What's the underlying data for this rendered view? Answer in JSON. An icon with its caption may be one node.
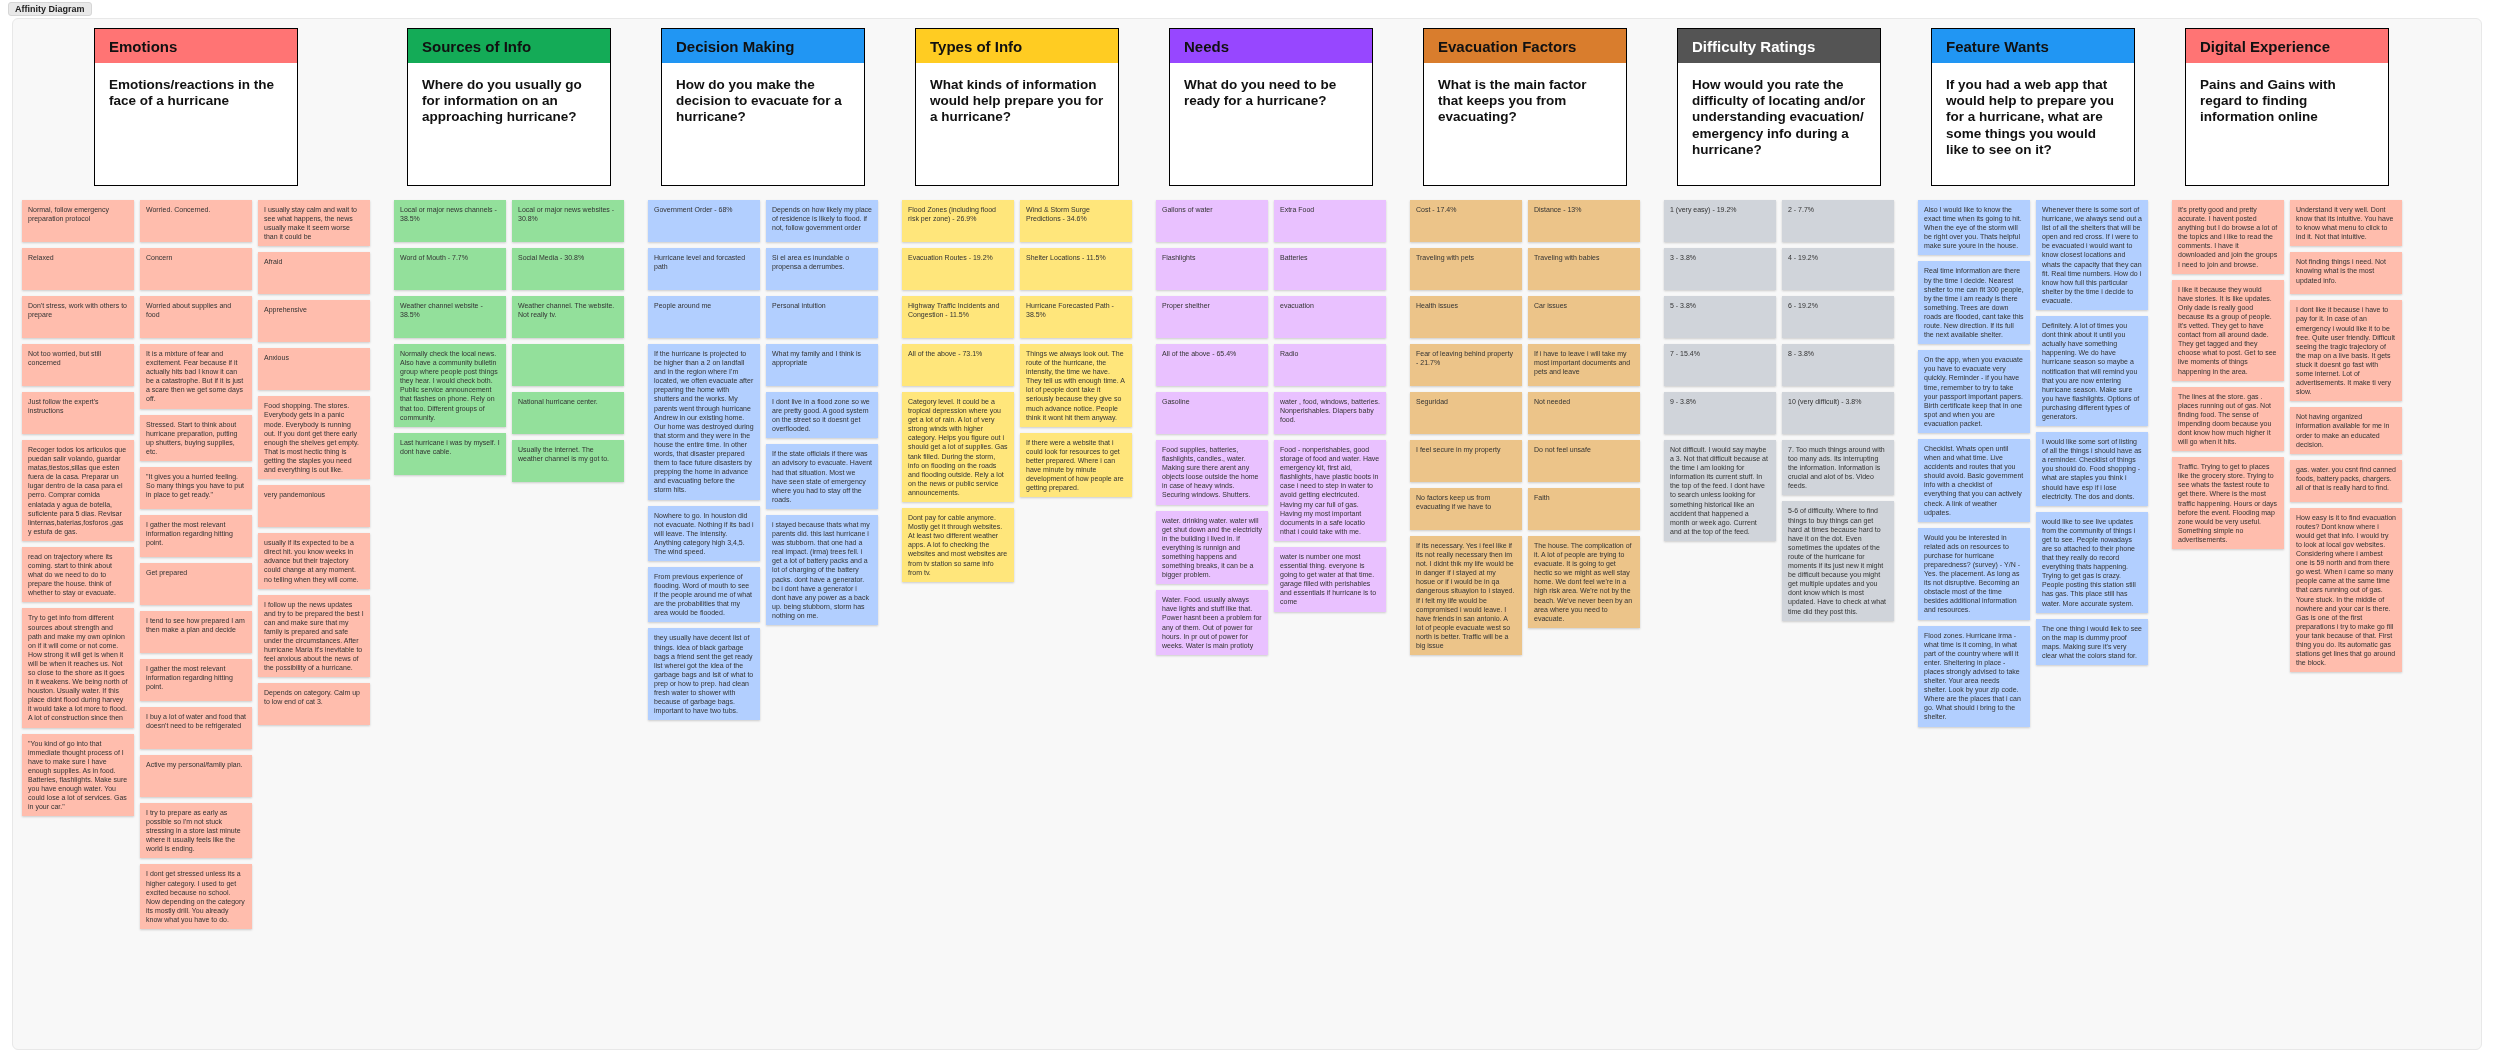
{
  "diagram": {
    "title": "Affinity Diagram",
    "nodes": [
      {
        "text": [
          "Emotions",
          "Emotions/reactions in the face of a hurricane"
        ]
      },
      {
        "text": [
          "Normal, follow emergency preparation protocol"
        ]
      },
      {
        "text": [
          "Relaxed"
        ]
      },
      {
        "text": [
          "Don't stress, work with others to prepare"
        ]
      },
      {
        "text": [
          "Not too worried, but still concerned"
        ]
      },
      {
        "text": [
          "Just follow the expert's instructions"
        ]
      },
      {
        "text": [
          "Recoger todos los articulos que puedan salir volando, guardar matas,tiestos,sillas que esten fuera de la casa. Preparar un lugar dentro de la casa para el perro. Comprar comida enlatada y agua de botella, suficiente para 5 dias. Revisar linternas,baterias,fosforos ,gas y estufa de gas."
        ]
      },
      {
        "text": [
          "read on trajectory where its coming. start to think about what do we need to do to prepare the house. think of whether to stay or evacuate."
        ]
      },
      {
        "text": [
          "Try to get info from different sources about strength and path and make my own opinion on if it will come or not come. How strong it will get is when it will be when it reaches us. Not so close to the shore as it goes in it weakens. We being north of houston. Usually water. If this place didnt flood during harvey it would take a lot more to flood. A lot of construction since then"
        ]
      },
      {
        "text": [
          "\"You kind of go into that immediate thought process of I have to make sure I have enough supplies. As in food. Batteries, flashlights. Make sure you have enough water. You could lose a lot of services. Gas in your car.\""
        ]
      },
      {
        "text": [
          "Worried. Concerned."
        ]
      },
      {
        "text": [
          "Concern"
        ]
      },
      {
        "text": [
          "Worried about supplies and food"
        ]
      },
      {
        "text": [
          "It is a mixture of fear and excitement. Fear because if it actually hits bad I know it can be a catastrophe. But if it is just a scare then we get some days off."
        ]
      },
      {
        "text": [
          "Stressed. Start to think about hurricane preparation, putting up shutters, buying supplies, etc."
        ]
      },
      {
        "text": [
          "\"It gives you a hurried feeling. So many things you have to put in place to get ready.\""
        ]
      },
      {
        "text": [
          "I gather the most relevant information regarding hitting point."
        ]
      },
      {
        "text": [
          "Get prepared"
        ]
      },
      {
        "text": [
          "I tend to see how prepared I am then make a plan and decide"
        ]
      },
      {
        "text": [
          "I gather the most relevant information regarding hitting point."
        ]
      },
      {
        "text": [
          "I buy a lot of water and food that doesn't need to be refrigerated"
        ]
      },
      {
        "text": [
          "Active my personal/family plan."
        ]
      },
      {
        "text": [
          "I try to prepare as early as possible so I'm not stuck stressing in a store last minute where it usually feels like the world is ending."
        ]
      },
      {
        "text": [
          "I dont get stressed unless its a higher category. I used to get excited because no school. Now depending on the category its mostly drill. You already know what you have to do."
        ]
      },
      {
        "text": [
          "I usually stay calm and wait to see what happens, the news usually make it seem worse than it could be"
        ]
      },
      {
        "text": [
          "Afraid"
        ]
      },
      {
        "text": [
          "Apprehensive"
        ]
      },
      {
        "text": [
          "Anxious"
        ]
      },
      {
        "text": [
          "Food shopping. The stores. Everybody gets in a panic mode. Everybody is running out. If you dont get there early enough the shelves get empty. That is most hectic thing is getting the staples you need and everything is out like."
        ]
      },
      {
        "text": [
          "very pandemonious"
        ]
      },
      {
        "text": [
          "usually if its expected to be a direct hit. you know weeks in advance but their trajectory could change at any moment. no telling when they will come."
        ]
      },
      {
        "text": [
          "I follow up the news updates and try to be prepared the best I can and make sure that my family is prepared and safe under the circumstances. After hurricane Maria it's inevitable to feel anxious about the news of the possibility of a hurricane."
        ]
      },
      {
        "text": [
          "Depends on category. Calm up to low end of cat 3."
        ]
      },
      {
        "text": [
          "Sources of Info",
          "Where do you usually go for information on an approaching hurricane?"
        ]
      },
      {
        "text": [
          "Local or major news channels - 38.5%"
        ]
      },
      {
        "text": [
          "Word of Mouth - 7.7%"
        ]
      },
      {
        "text": [
          "Weather channel website - 38.5%"
        ]
      },
      {
        "text": [
          "Normally check the local news. Also have a community bulletin group where people post things they hear. I would check both. Public service announcement that flashes on phone. Rely on that too. Different groups of community."
        ]
      },
      {
        "text": [
          "Last hurricane i was by myself. I dont have cable."
        ]
      },
      {
        "text": [
          "Local or major news websites - 30.8%"
        ]
      },
      {
        "text": [
          "Social Media - 30.8%"
        ]
      },
      {
        "text": [
          "Weather channel. The website. Not really tv."
        ]
      },
      {
        "text": [],
        "shape": "box"
      },
      {
        "text": [
          "National hurricane center."
        ]
      },
      {
        "text": [
          "Usually the internet. The weather channel is my got to."
        ]
      },
      {
        "text": [
          "Decision Making",
          "How do you make the decision to evacuate for a hurricane?"
        ]
      },
      {
        "text": [
          "Government Order - 68%"
        ]
      },
      {
        "text": [
          "Hurricane level and forcasted path"
        ]
      },
      {
        "text": [
          "People around me"
        ]
      },
      {
        "text": [
          "If the hurricane is projected to be higher than a 2 on landfall and in the region where I'm located, we often evacuate after preparing the home with shutters and the works. My parents went through hurricane Andrew in our existing home. Our home was destroyed during that storm and they were in the house the entire time. In other words, that disaster prepared them to face future disasters by prepping the home in advance and evacuating before the storm hits."
        ]
      },
      {
        "text": [
          "Nowhere to go. In houston did not evacuate. Nothing if its bad i will leave. The intensity. Anything category high 3,4,5. The wind speed."
        ]
      },
      {
        "text": [
          "From previous experience of flooding. Word of mouth to see if the people around me of what are the probabilities that my area would be flooded."
        ]
      },
      {
        "text": [
          "they usually have decent list of things. idea of black garbage bags a friend sent the get ready list wherei got the idea of the garbage bags and lsit of what to prep or how to prep. had clean fresh water to shower with because of garbage bags. important to have two tubs."
        ]
      },
      {
        "text": [
          "Depends on how likely my place of residence is likely to flood. if not, follow government order"
        ]
      },
      {
        "text": [
          "Si el area es inundable o propensa a derrumbes."
        ]
      },
      {
        "text": [
          "Personal intuition"
        ]
      },
      {
        "text": [
          "What my family and I think is appropriate"
        ]
      },
      {
        "text": [
          "I dont live in a flood zone so we are pretty good. A good system on the street so it doesnt get overflooded."
        ]
      },
      {
        "text": [
          "If the state officials if there was an advisory to evacuate. Havent had that situation. Most we have seen state of emergency where you had to stay off the roads."
        ]
      },
      {
        "text": [
          "i stayed because thats what my parents did. this last hurricane i was stubborn. that one had a real impact. (irma) trees fell. i get a lot of battery packs and a lot of charging of the battery packs. dont have a generator. bc i dont have a generator i dont have any power as a back up. being stubborn, storm has nothing on me."
        ]
      },
      {
        "text": [
          "Types of Info",
          "What kinds of information would help prepare you for a hurricane?"
        ]
      },
      {
        "text": [
          "Flood Zones (including flood risk per zone) - 26.9%"
        ]
      },
      {
        "text": [
          "Evacuation Routes - 19.2%"
        ]
      },
      {
        "text": [
          "Highway Traffic Incidents and Congestion - 11.5%"
        ]
      },
      {
        "text": [
          "All of the above - 73.1%"
        ]
      },
      {
        "text": [
          "Category level. It could be a tropical depression where you get a lot of rain. A lot of very strong winds with higher category. Helps you figure out i should get a lot of supplies. Gas tank filled. During the storm, info on flooding on the roads and flooding outside. Rely a lot on the news or public service announcements."
        ]
      },
      {
        "text": [
          "Dont pay for cable anymore. Mostly get it through websites. At least two different weather apps. A lot fo checking the websites and most websites are from tv station so same info from tv."
        ]
      },
      {
        "text": [
          "Wind & Storm Surge Predictions - 34.6%"
        ]
      },
      {
        "text": [
          "Shelter Locations - 11.5%"
        ]
      },
      {
        "text": [
          "Hurricane Forecasted Path - 38.5%"
        ]
      },
      {
        "text": [
          "Things we always look out. The route of the hurricane, the intensity, the time we have. They tell us with enough time. A lot of people dont take it seriously because they give so much advance notice. People think it wont hit them anyway."
        ]
      },
      {
        "text": [
          "If there were a website that i could look for resources to get better prepared. Where i can have minute by minute development of how people are getting prepared."
        ]
      },
      {
        "text": [
          "Needs",
          "What do you need to be ready for a hurricane?"
        ]
      },
      {
        "text": [
          "Gallons of water"
        ]
      },
      {
        "text": [
          "Flashlights"
        ]
      },
      {
        "text": [
          "Proper shelther"
        ]
      },
      {
        "text": [
          "All of the above - 65.4%"
        ]
      },
      {
        "text": [
          "Gasoline"
        ]
      },
      {
        "text": [
          "Food supplies, batteries, flashlights, candles., water. Making sure there arent any objects loose outside the home in case of heavy winds. Securing windows. Shutters."
        ]
      },
      {
        "text": [
          "water. drinking water. water will get shut down and the electricity in the building i lived in. if everything is runnign and something happens and something breaks, it can be a bigger problem."
        ]
      },
      {
        "text": [
          "Water. Food. usually always have lights and stuff like that. Power hasnt been a problem for any of them. Out of power for hours. In pr out of power for weeks. Water is main protioty"
        ]
      },
      {
        "text": [
          "Extra Food"
        ]
      },
      {
        "text": [
          "Batteries"
        ]
      },
      {
        "text": [
          "evacuation"
        ]
      },
      {
        "text": [
          "Radio"
        ]
      },
      {
        "text": [
          "water , food, windows, batteries. Nonperishables. Diapers baby food."
        ]
      },
      {
        "text": [
          "Food - nonperishables, good storage of food and water. Have emergency kit, first aid, flashlights, have plastic boots in case i need to step in water to avoid getting electricuted. Having my car full of gas. Having my most important documents in a safe locatio nthat i could take with me."
        ]
      },
      {
        "text": [
          "water is number one most essential thing. everyone is going to get water at that time. garage filled with perishables and essentials if hurricane is to come"
        ]
      },
      {
        "text": [
          "Evacuation Factors",
          "What is the main factor that keeps you from evacuating?"
        ]
      },
      {
        "text": [
          "Cost - 17.4%"
        ]
      },
      {
        "text": [
          "Traveling with pets"
        ]
      },
      {
        "text": [
          "Health issues"
        ]
      },
      {
        "text": [
          "Fear of leaving behind property - 21.7%"
        ]
      },
      {
        "text": [
          "Seguridad"
        ]
      },
      {
        "text": [
          "I feel secure in my property"
        ]
      },
      {
        "text": [
          "No factors keep us from evacuating if we have to"
        ]
      },
      {
        "text": [
          "If its necessary. Yes i feel like if its not really necessary then im not. I didnt thik my life would be in danger if i stayed at my hosue or if i would be in qa dangerous situayion to i stayed. If i felt my life would be compromised i would leave. I have friends in san antonio. A lot of people evacuate west so north is better. Traffic will be a big issue"
        ]
      },
      {
        "text": [
          "Distance - 13%"
        ]
      },
      {
        "text": [
          "Traveling with babies"
        ]
      },
      {
        "text": [
          "Car issues"
        ]
      },
      {
        "text": [
          "If i have to leave i will take my most important documents and pets and leave"
        ]
      },
      {
        "text": [
          "Not needed"
        ]
      },
      {
        "text": [
          "Do not feel unsafe"
        ]
      },
      {
        "text": [
          "Faith"
        ]
      },
      {
        "text": [
          "The house. The complication of it. A lot of people are trying to evacuate. It is going to get hectic so we might as well stay home. We dont feel we're in a high risk area. We're not by the beach. We've never been by an area where you need to evacuate."
        ]
      },
      {
        "text": [
          "Difficulty Ratings",
          "How would you rate the difficulty of locating and/or understanding evacuation/ emergency info during a hurricane?"
        ]
      },
      {
        "text": [
          "1 (very easy) - 19.2%"
        ]
      },
      {
        "text": [
          "3 - 3.8%"
        ]
      },
      {
        "text": [
          "5 - 3.8%"
        ]
      },
      {
        "text": [
          "7 - 15.4%"
        ]
      },
      {
        "text": [
          "9 - 3.8%"
        ]
      },
      {
        "text": [
          "Not difficult. I would say maybe a 3. Not that difficult because at the time i am looking for information its current stuff. In the top of the feed. I dont have to search unless looking for something historical like an accident that happened a month or week ago. Current and at the top of the feed."
        ]
      },
      {
        "text": [
          "2 - 7.7%"
        ]
      },
      {
        "text": [
          "4 - 19.2%"
        ]
      },
      {
        "text": [
          "6 - 19.2%"
        ]
      },
      {
        "text": [
          "8 - 3.8%"
        ]
      },
      {
        "text": [
          "10 (very difficult) - 3.8%"
        ]
      },
      {
        "text": [
          "7. Too much things around with too many ads. Its interrupting the information. Information is crucial and alot of bs. Video feeds."
        ]
      },
      {
        "text": [
          "5-6 of difficulty. Where to find things to buy things can get hard at times because hard to have it on the dot. Even sometimes the updates of the route of the hurricane for moments if its just new it might be difficult because you might get multiple updates and you dont know which is most updated. Have to check at what time did they post this."
        ]
      },
      {
        "text": [
          "Feature Wants",
          "If you had a web app that would help to prepare you for a hurricane, what are some things you would like to see on it?"
        ]
      },
      {
        "text": [
          "Also I would like to know the exact time when its going to hit. When the eye of the storm will be right over you. Thats helpful make sure youre in the house."
        ]
      },
      {
        "text": [
          "Real time information are there by the time I decide. Nearest shelter to me can fit 300 people, by the time i am ready is there something. Trees are down roads are flooded, cant take this route. New direction. If its full the next available shelter."
        ]
      },
      {
        "text": [
          "On the app, when you evacuate you have to evacuate very quickly. Reminder - if you have time, remember to try to take your passport important papers. Birth certificate keep that in one spot and when you are evacuation packet."
        ]
      },
      {
        "text": [
          "Checklist. Whats open until when and what time. Live accidents and routes that you should avoid. Basic government info with a checklist of everything that you can actively check. A link of weather udpates."
        ]
      },
      {
        "text": [
          "Would you be interested in related ads on resources to purchase for hurricane preparedness? (survey) - Y/N - Yes. the placement. As long as its not disruptive. Becoming an obstacle most of the time besides additional information and resources."
        ]
      },
      {
        "text": [
          "Flood zones. Hurricane irma - what time is it coming, in what part of the country where will it enter. Sheltering in place - places strongly advised to take shelter. Your area needs shelter. Look by your zip code. Where are the places that i can go. What should i bring to the shelter."
        ]
      },
      {
        "text": [
          "Whenever there is some sort of hurricane, we always send out a list of all the shelters that will be open and red cross. If i were to be evacuated i would want to know closest locations and whats the capacity that they can fit. Real time numbers. How do i know how full this particular shelter by the time i decide to evacuate."
        ]
      },
      {
        "text": [
          "Definitely. A lot of times you dont think about it until you actually have something happening. We do have hurricane season so maybe a notification that will remind you that you are now entering hurricane season. Make sure you have flashlights. Options of purchasing different types of generators."
        ]
      },
      {
        "text": [
          "I would like some sort of listing of all the things i should have as a reminder. Checklist of things you should do. Food shopping - what are staples you think i should have esp if i lose electricity. The dos and donts."
        ]
      },
      {
        "text": [
          "would like to see live updates from the community of things i get to see. People nowadays are so attached to their phone that they really do record everything thats happening. Trying to get gas is crazy. People posting this station still has gas. This place still has water. More accurate system."
        ]
      },
      {
        "text": [
          "The one thing i would liek to see on the map is dummy proof maps. Making sure it's very clear what the colors stand for."
        ]
      },
      {
        "text": [
          "Digital Experience",
          "Pains and Gains with regard to finding information online"
        ]
      },
      {
        "text": [
          "It's pretty good and pretty accurate. I havent posted anything but I do browse a lot of the topics and i like to read the comments. I have it downloaded and join the groups I need to join and browse."
        ]
      },
      {
        "text": [
          "I like it because they would have stories. It is like updates. Only dade is really good because its a group of people. It's vetted. They get to have contact from all around dade. They get tagged and they choose what to post. Get to see live moments of things happening in the area."
        ]
      },
      {
        "text": [
          "The lines at the store. gas . places running out of gas. Not finding food. The sense of impending doom because you dont know how much higher it will go when it hits."
        ]
      },
      {
        "text": [
          "Traffic. Trying to get to places like the grocery store. Trying to see whats the fastest route to get there. Where is the most traffic happening. Hours or days before the event. Flooding map zone would be very useful. Something simple no advertisements."
        ]
      },
      {
        "text": [
          "Understand it very well. Dont know that its intuitive. You have to know what menu to click to ind it. Not that intuitive."
        ]
      },
      {
        "text": [
          "Not finding things i need. Not knowing what is the most updated info."
        ]
      },
      {
        "text": [
          "I dont like it because i have to pay for it. In case of an emergency i would like it to be free. Quite user friendly. Difficult seeing the tragic trajectory of the map on a live basis. It gets stuck it doesnt go fast with some internet. Lot of advertisements. It make ti very slow."
        ]
      },
      {
        "text": [
          "Not having organized information available for me in order to make an educated decision."
        ]
      },
      {
        "text": [
          "gas. water. you csnt find canned foods, battery packs, chargers. all of that is really hard to find."
        ]
      },
      {
        "text": [
          "How easy is it to find evacuation routes? Dont know where i would get that info. I would try to look at local gov websites. Considering where i ambest one is 59 north and from there go west. When i came so many people came at the same time that cars running out of gas. Youre stuck. In the middle of nowhere and your car is there. Gas is one of the first preparations i try to make go fill your tank because of that. First thing you do. Its automatic gas stations get lines that go around the block."
        ]
      }
    ]
  }
}
